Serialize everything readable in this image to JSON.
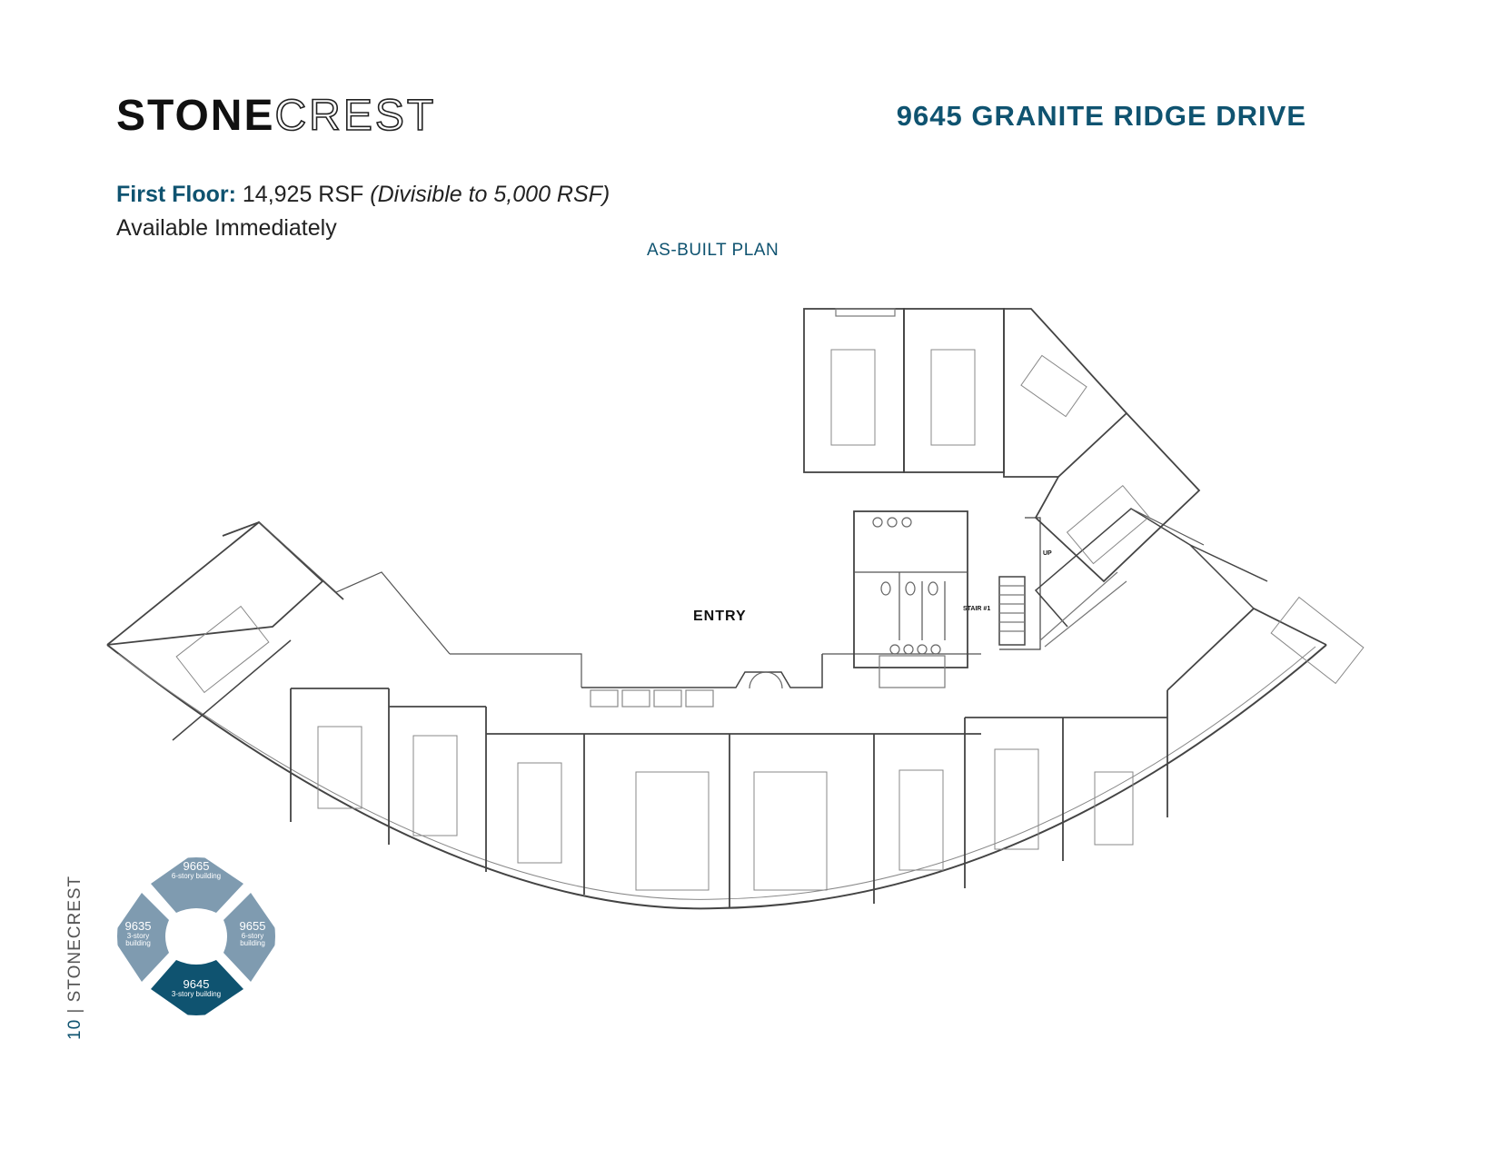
{
  "header": {
    "brand_solid": "STONE",
    "brand_outline": "CREST",
    "address": "9645 GRANITE RIDGE DRIVE"
  },
  "listing": {
    "floor_label": "First Floor:",
    "floor_area": "14,925 RSF",
    "divisible_note": "(Divisible to 5,000 RSF)",
    "availability": "Available Immediately"
  },
  "plan": {
    "caption": "AS-BUILT PLAN",
    "entry_label": "ENTRY",
    "stair_label": "STAIR #1",
    "up_label": "UP"
  },
  "keymap": {
    "buildings": [
      {
        "number": "9665",
        "desc": "6-story building",
        "highlighted": false,
        "position": "top"
      },
      {
        "number": "9635",
        "desc": "3-story building",
        "highlighted": false,
        "position": "left"
      },
      {
        "number": "9655",
        "desc": "6-story building",
        "highlighted": false,
        "position": "right"
      },
      {
        "number": "9645",
        "desc": "3-story building",
        "highlighted": true,
        "position": "bottom"
      }
    ],
    "colors": {
      "default": "#7f9bb0",
      "highlight": "#0f5370"
    }
  },
  "footer": {
    "page_number": "10",
    "separator": "|",
    "brand": "STONECREST"
  }
}
